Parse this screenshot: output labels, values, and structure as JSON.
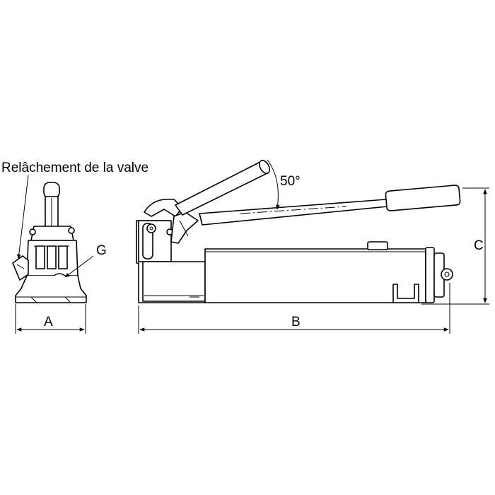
{
  "labels": {
    "valve_release": "Relâchement de la valve",
    "port": "G",
    "angle": "50°",
    "dim_a": "A",
    "dim_b": "B",
    "dim_c": "C"
  }
}
